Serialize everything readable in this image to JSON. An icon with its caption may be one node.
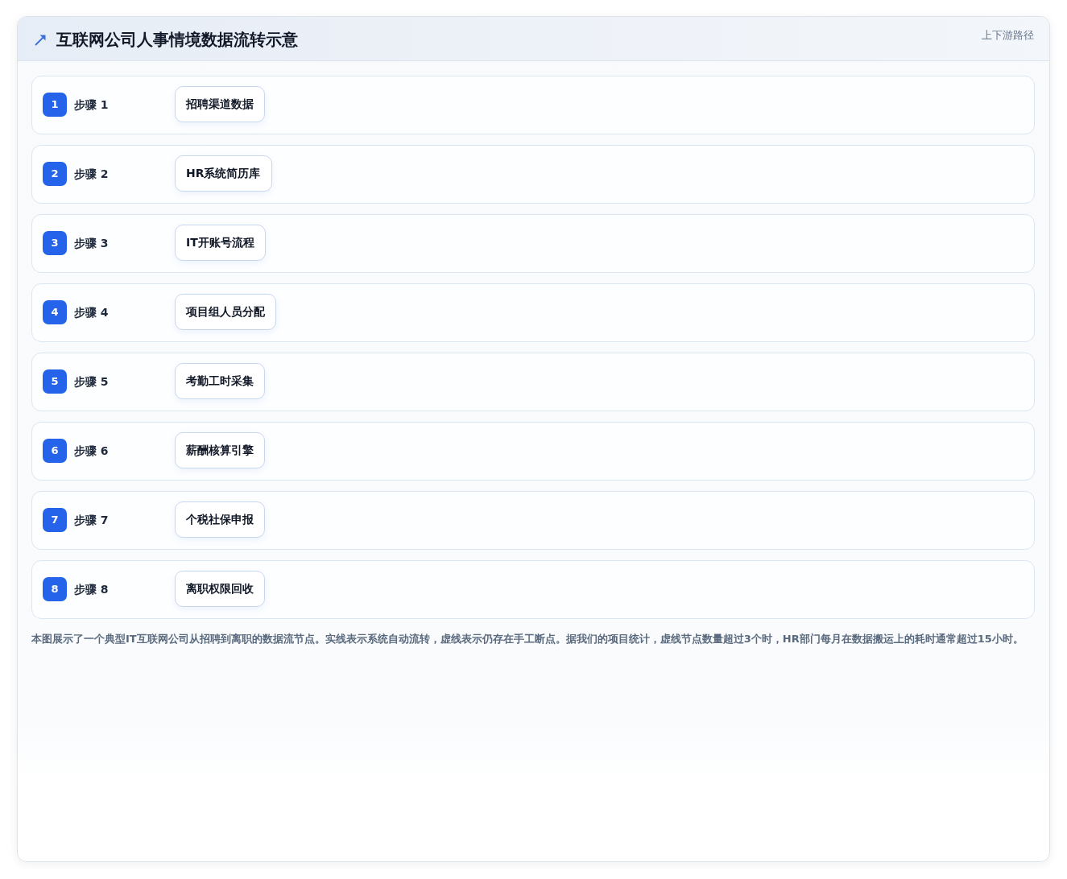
{
  "diagram": {
    "title": "互联网公司人事情境数据流转示意",
    "caption": "本图展示了一个典型IT互联网公司从招聘到离职的数据流节点。实线表示系统自动流转，虚线表示仍存在手工断点。据我们的项目统计，虚线节点数量超过3个时，HR部门每月在数据搬运上的耗时通常超过15小时。",
    "nodes": [
      {
        "text": [
          "步骤 1"
        ]
      },
      {
        "text": [
          "1"
        ],
        "in": 0
      },
      {
        "text": [
          "招聘渠道数据"
        ],
        "in": 0
      },
      {
        "text": [
          "步骤 2"
        ]
      },
      {
        "text": [
          "2"
        ],
        "in": 3
      },
      {
        "text": [
          "HR系统简历库"
        ],
        "in": 3
      },
      {
        "text": [
          "步骤 3"
        ]
      },
      {
        "text": [
          "3"
        ],
        "in": 6
      },
      {
        "text": [
          "IT开账号流程"
        ],
        "in": 6
      },
      {
        "text": [
          "步骤 4"
        ]
      },
      {
        "text": [
          "4"
        ],
        "in": 9
      },
      {
        "text": [
          "项目组人员分配"
        ],
        "in": 9
      },
      {
        "text": [
          "步骤 5"
        ]
      },
      {
        "text": [
          "5"
        ],
        "in": 12
      },
      {
        "text": [
          "考勤工时采集"
        ],
        "in": 12
      },
      {
        "text": [
          "步骤 6"
        ]
      },
      {
        "text": [
          "6"
        ],
        "in": 15
      },
      {
        "text": [
          "薪酬核算引擎"
        ],
        "in": 15
      },
      {
        "text": [
          "步骤 7"
        ]
      },
      {
        "text": [
          "7"
        ],
        "in": 18
      },
      {
        "text": [
          "个税社保申报"
        ],
        "in": 18
      },
      {
        "text": [
          "步骤 8"
        ]
      },
      {
        "text": [
          "8"
        ],
        "in": 21
      },
      {
        "text": [
          "离职权限回收"
        ],
        "in": 21
      }
    ],
    "labels": [
      "上下游路径"
    ]
  }
}
